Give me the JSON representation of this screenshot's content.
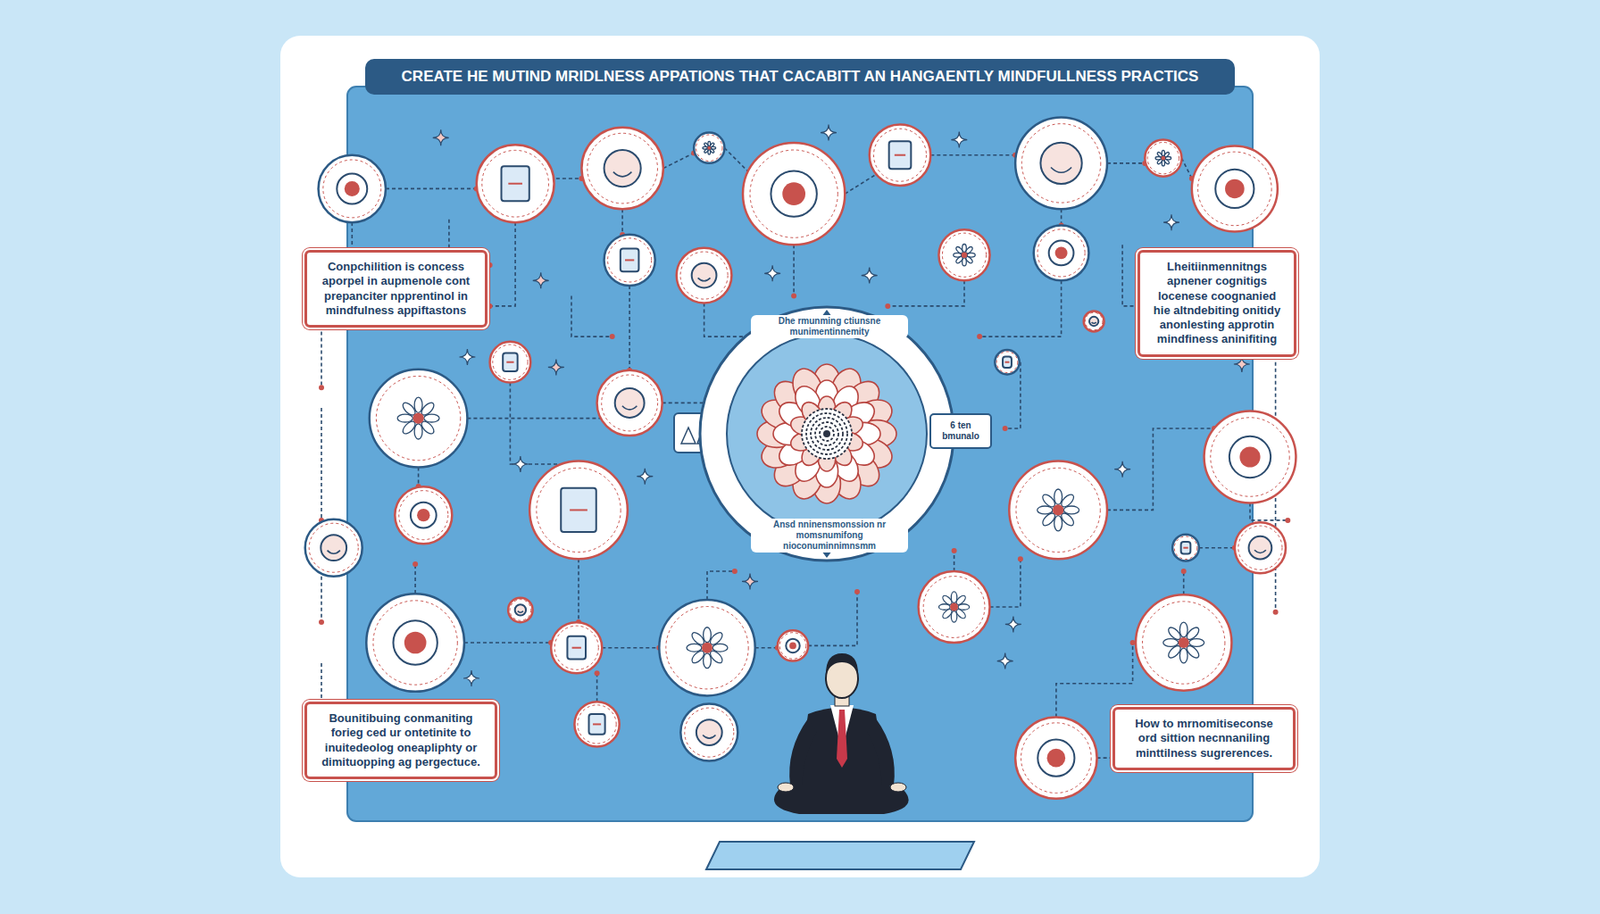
{
  "diagram": {
    "title": "CREATE HE MUTIND MRIDLNESS APPATIONS THAT CACABITT AN HANGAENTLY MINDFULLNESS PRACTICS",
    "nodes": [
      {
        "text": [
          "Conpchilition is concess aporpel in aupmenole cont prepanciter npprentinol in mindfulness appiftastons"
        ]
      },
      {
        "text": [
          "Lheitiinmennitngs apnener cognitigs locenese coognanied hie altndebiting onitidy anonlesting approtin mindfiness aninifiting"
        ]
      },
      {
        "text": [
          "Dhe rmunming ctiunsne munimentinnemity",
          "Ansd nninensmonssion nr momsnumifong nioconuminnimnsmm"
        ]
      },
      {
        "text": [
          "6 ten bmunalo"
        ],
        "in": 2
      },
      {
        "text": [
          "Bounitibuing conmaniting forieg ced ur ontetinite to inuitedeolog oneapliphty or dimituopping ag pergectuce."
        ]
      },
      {
        "text": [
          "How to mrnomitiseconse ord sittion necnnaniling minttilness sugrerences."
        ]
      }
    ]
  }
}
